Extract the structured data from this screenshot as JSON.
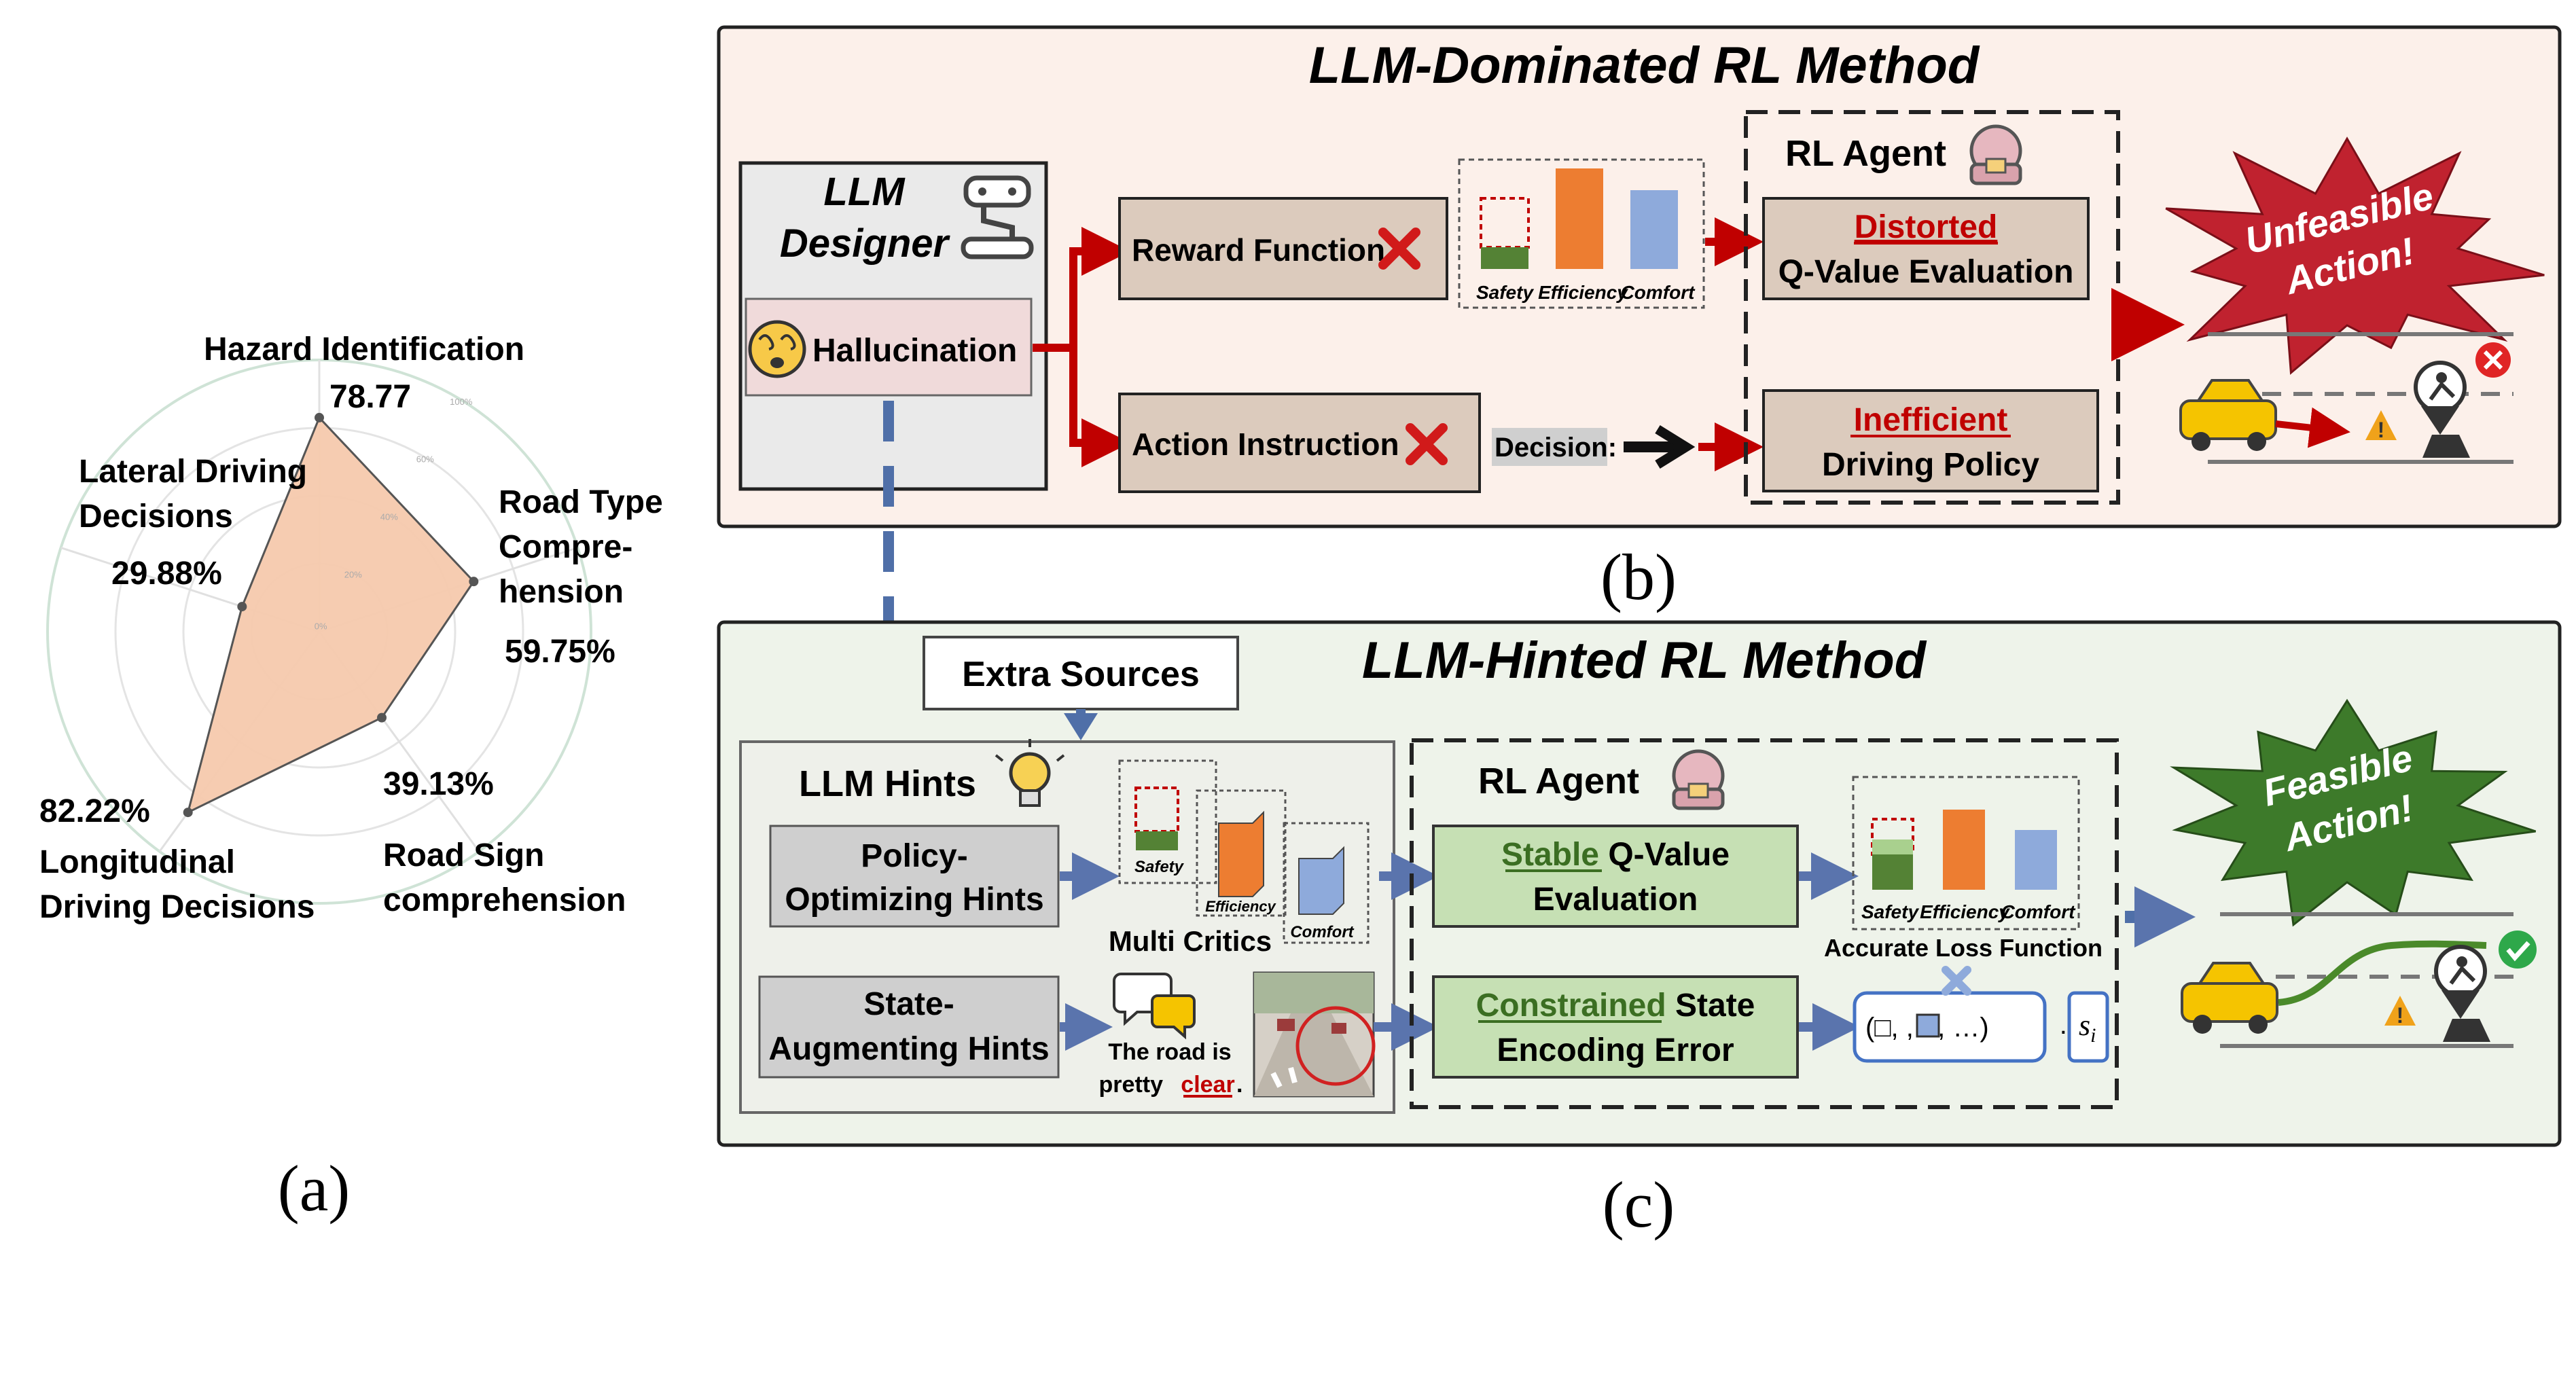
{
  "panel_a": {
    "caption": "(a)",
    "axes": [
      {
        "label_lines": [
          "Hazard Identification"
        ],
        "value_label": "78.77",
        "value": 78.77
      },
      {
        "label_lines": [
          "Road Type",
          "Compre-",
          "hension"
        ],
        "value_label": "59.75%",
        "value": 59.75
      },
      {
        "label_lines": [
          "Road Sign",
          "comprehension"
        ],
        "value_label": "39.13%",
        "value": 39.13
      },
      {
        "label_lines": [
          "Longitudinal",
          "Driving Decisions"
        ],
        "value_label": "82.22%",
        "value": 82.22
      },
      {
        "label_lines": [
          "Lateral Driving",
          "Decisions"
        ],
        "value_label": "29.88%",
        "value": 29.88
      }
    ],
    "ring_ticks": [
      "0%",
      "20%",
      "40%",
      "60%",
      "100%"
    ],
    "colors": {
      "fill": "#f6c9ad",
      "stroke": "#555555",
      "grid": "#cfe3d6"
    }
  },
  "panel_b": {
    "caption": "(b)",
    "title": "LLM-Dominated RL Method",
    "designer_title": [
      "LLM",
      "Designer"
    ],
    "hallucination": "Hallucination",
    "reward_function": "Reward Function",
    "action_instruction": "Action  Instruction",
    "decision_label": "Decision:",
    "bar_labels": [
      "Safety",
      "Efficiency",
      "Comfort"
    ],
    "rl_agent": "RL Agent",
    "distorted_red": "Distorted",
    "distorted_rest": "Q-Value Evaluation",
    "inefficient_red": "Inefficient",
    "inefficient_rest": "Driving Policy",
    "burst": [
      "Unfeasible",
      "Action!"
    ],
    "colors": {
      "bg": "#fcf0ea",
      "box": "#dccbbd",
      "red": "#c00000",
      "burst": "#c0222f"
    }
  },
  "panel_c": {
    "caption": "(c)",
    "title": "LLM-Hinted RL Method",
    "extra_sources": "Extra Sources",
    "llm_hints": "LLM Hints",
    "policy_hints": [
      "Policy-",
      "Optimizing Hints"
    ],
    "state_hints": [
      "State-",
      "Augmenting Hints"
    ],
    "multi_critics": "Multi Critics",
    "critic_labels": [
      "Safety",
      "Efficiency",
      "Comfort"
    ],
    "speech_line1": "The road  is",
    "speech_pretty": "pretty ",
    "speech_clear": "clear",
    "speech_dot": ".",
    "rl_agent": "RL Agent",
    "stable_green": "Stable",
    "stable_rest": " Q-Value",
    "stable_line2": "Evaluation",
    "constrained_green": "Constrained",
    "constrained_rest": " State",
    "constrained_line2": "Encoding Error",
    "bar_labels": [
      "Safety",
      "Efficiency",
      "Comfort"
    ],
    "loss_label": "Accurate Loss Function",
    "state_vector": "(□,  ,  □,  …)",
    "state_dots": "…",
    "state_symbol": "s",
    "state_sub": "i",
    "burst": [
      "Feasible",
      "Action!"
    ],
    "colors": {
      "bg": "#eef3ea",
      "box": "#c6e0b4",
      "green": "#3b6e22",
      "burst": "#3d7a2a",
      "blue": "#4f6fa8"
    }
  }
}
